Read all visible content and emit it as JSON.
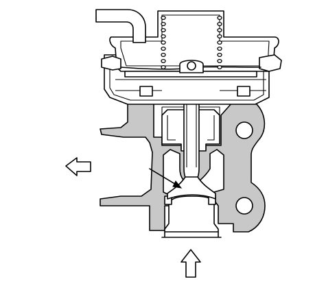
{
  "diagram": {
    "colors": {
      "casting": "#c8c8c8",
      "line": "#000000",
      "background": "#ffffff"
    },
    "parts": [
      "vacuum-port-tube",
      "diaphragm-housing",
      "return-spring",
      "diaphragm",
      "valve-stem",
      "valve-head",
      "valve-seat",
      "valve-body-casting"
    ],
    "arrows": [
      {
        "icon": "arrow-left-icon",
        "direction": "left"
      },
      {
        "icon": "arrow-up-icon",
        "direction": "up"
      }
    ],
    "annotation": {
      "icon": "pointer-arrow-icon",
      "target": "valve-seat"
    }
  }
}
